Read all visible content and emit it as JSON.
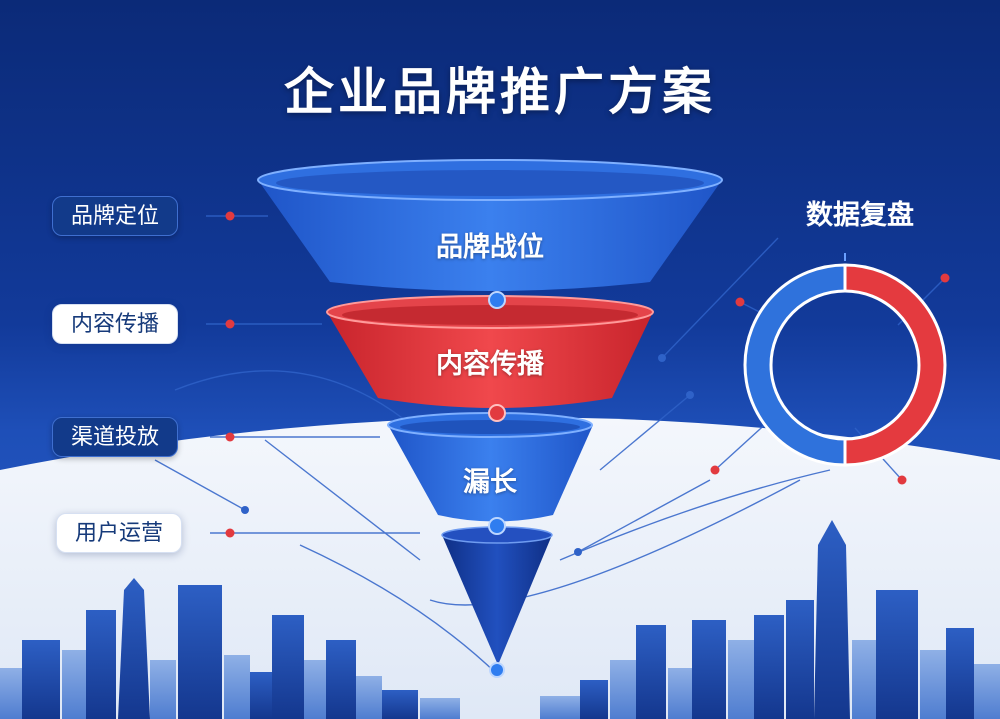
{
  "title": "企业品牌推广方案",
  "funnel": {
    "tiers": [
      {
        "label": "品牌战位",
        "color": "#2e6fe0"
      },
      {
        "label": "内容传播",
        "color": "#e23a3f"
      },
      {
        "label": "漏长",
        "color": "#2a63d6"
      },
      {
        "label": "",
        "color": "#173d9e"
      }
    ]
  },
  "side_labels": [
    "品牌定位",
    "内容传播",
    "渠道投放",
    "用户运营"
  ],
  "review": {
    "label": "数据复盘"
  },
  "chart_data": {
    "type": "pie",
    "title": "数据复盘",
    "style": "donut",
    "series": [
      {
        "color": "#e43a3f"
      },
      {
        "color": "#2f72dc"
      }
    ]
  }
}
